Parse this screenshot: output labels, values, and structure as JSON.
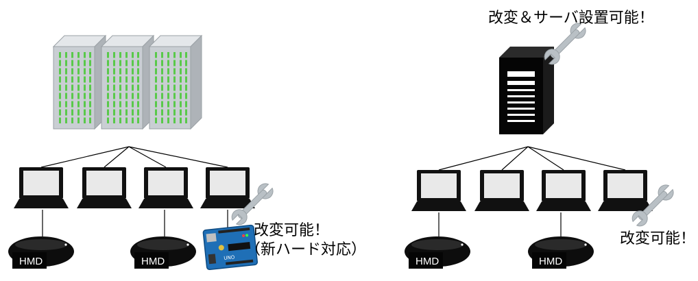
{
  "labels": {
    "server_mod": "改変＆サーバ設置可能！",
    "left_mod_line1": "改変可能！",
    "left_mod_line2": "（新ハード対応）",
    "right_mod": "改変可能！"
  },
  "hmd_label": "HMD",
  "colors": {
    "rack_face": "#c9ced3",
    "rack_top": "#e4e7ea",
    "rack_side": "#aeb3b8",
    "rack_led": "#59c94a",
    "server_body": "#050505",
    "laptop_body": "#111111",
    "laptop_screen": "#e9e9e9",
    "hmd_body": "#0d0d0d",
    "wrench": "#b9c0c5",
    "arduino_board": "#1f6fb6"
  }
}
